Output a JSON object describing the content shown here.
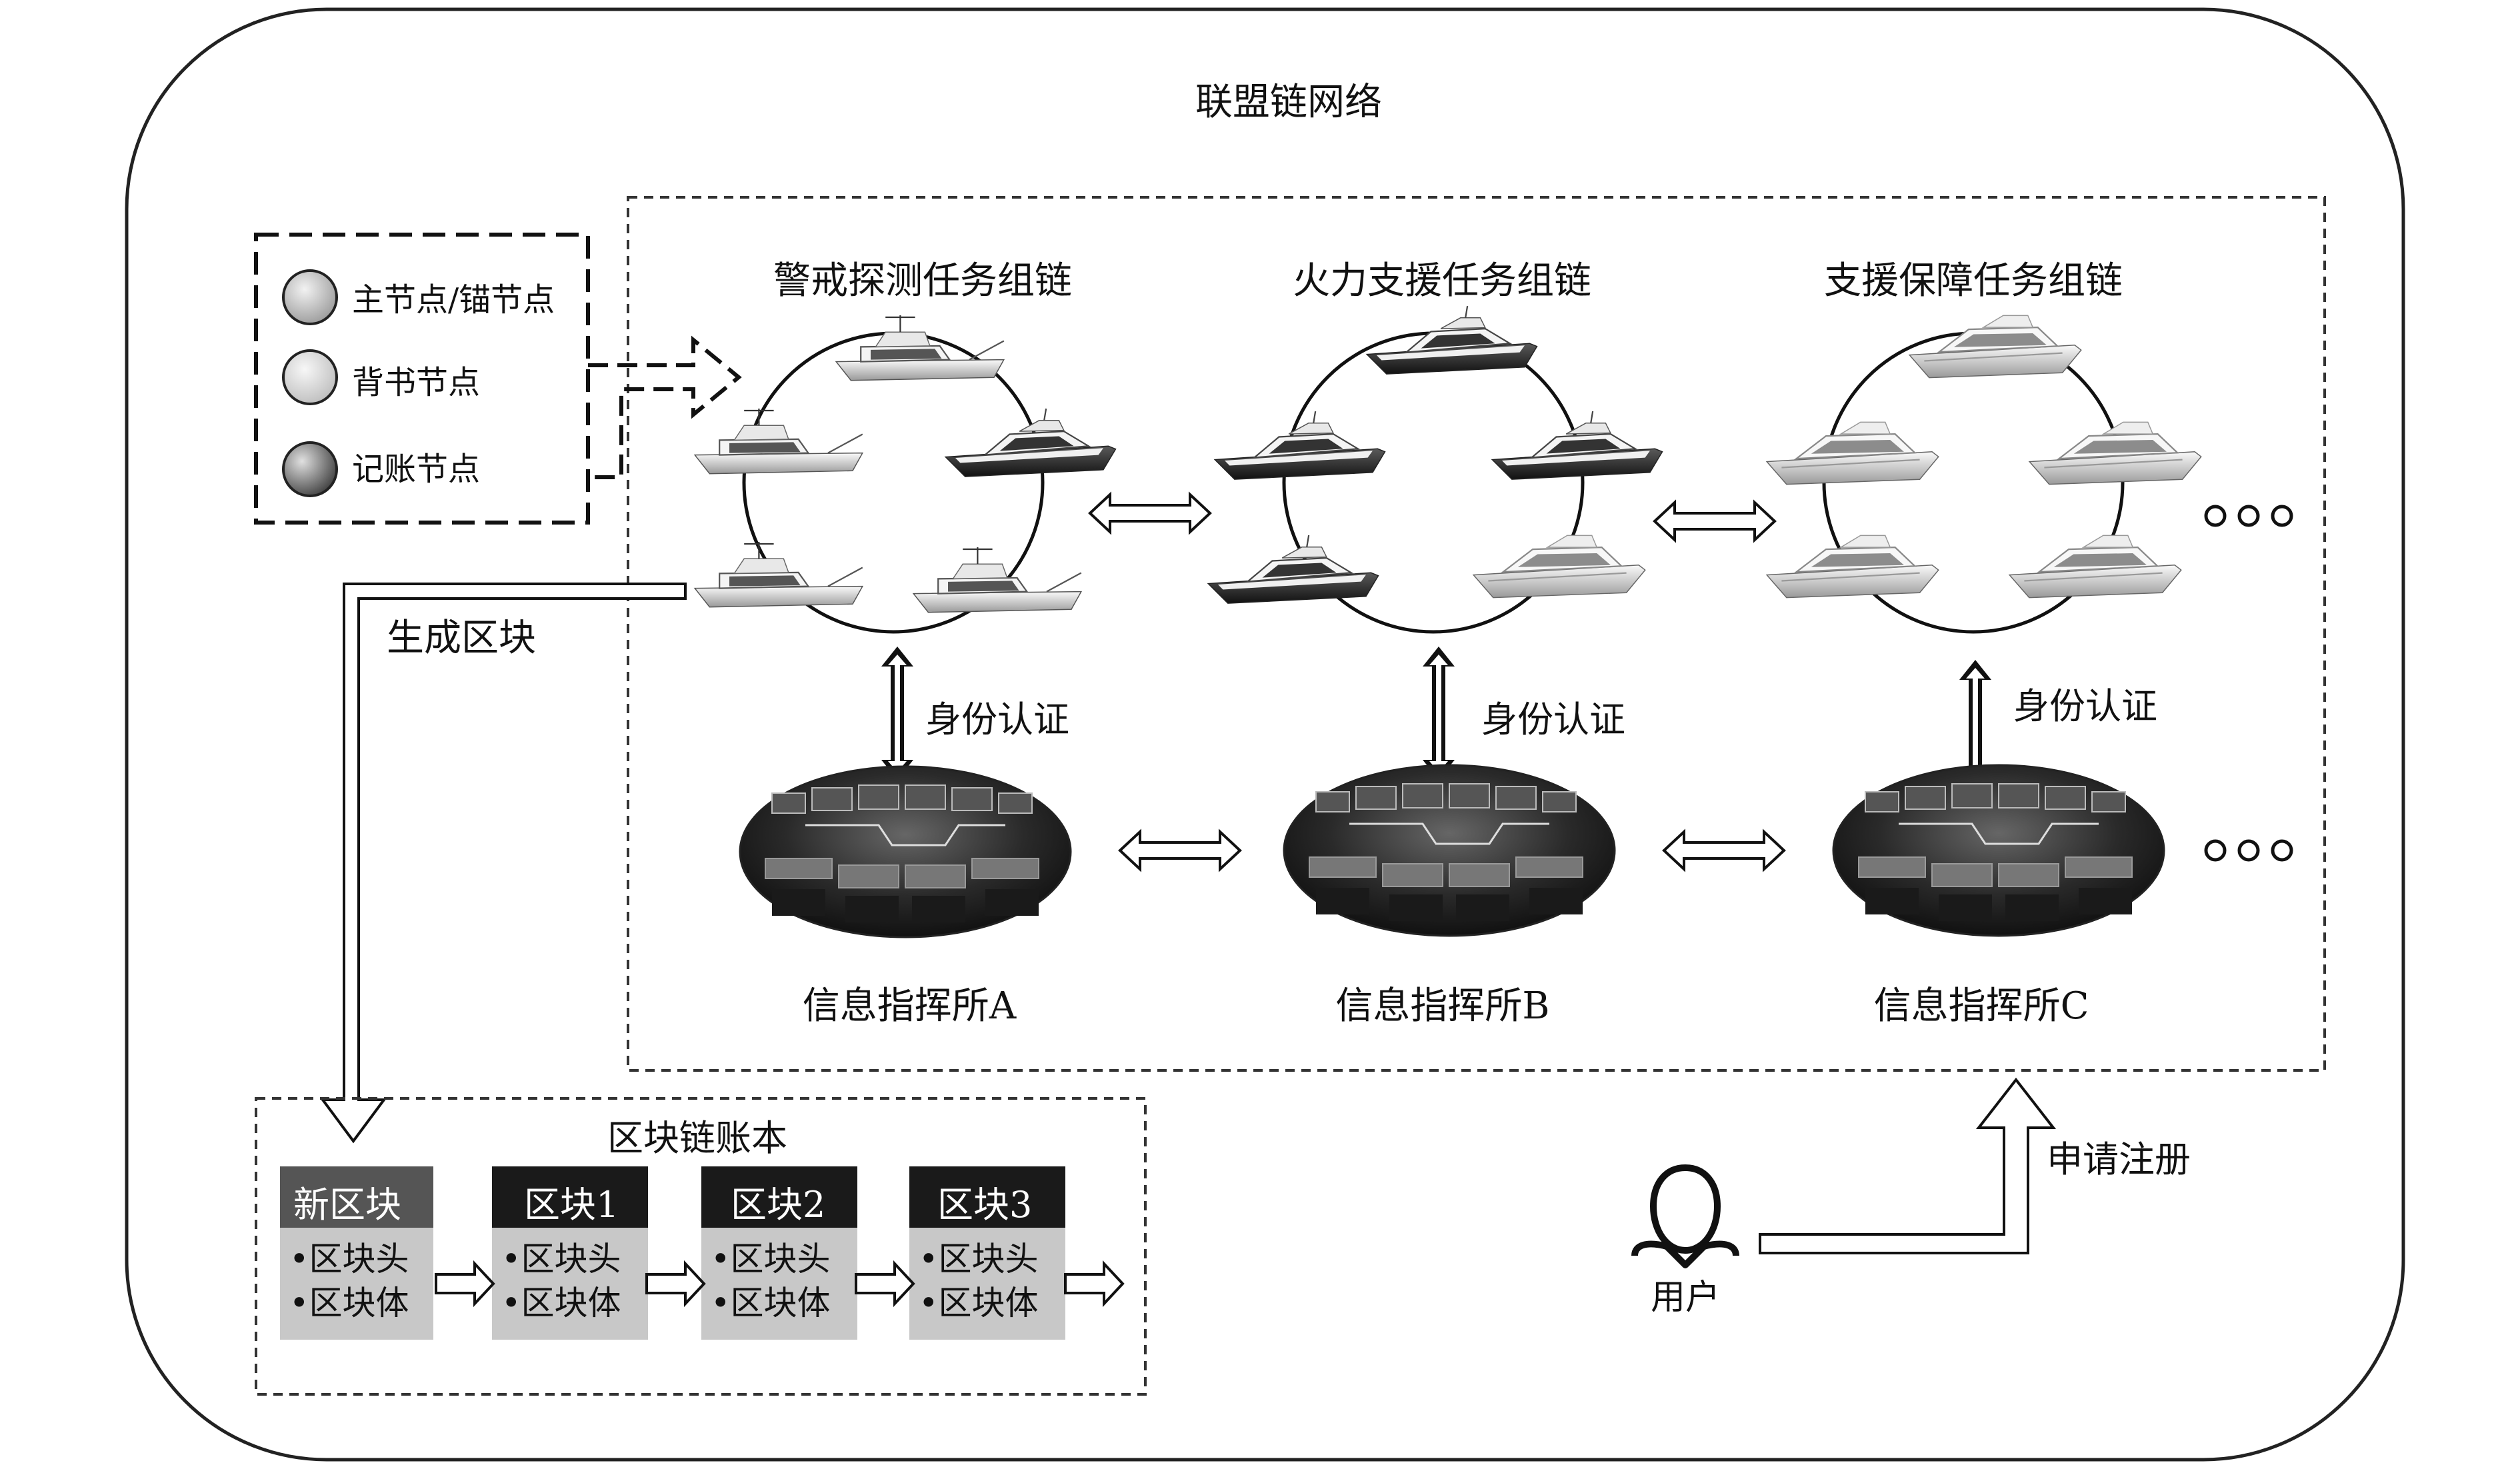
{
  "network_title": "联盟链网络",
  "legend": {
    "items": [
      {
        "label": "主节点/锚节点"
      },
      {
        "label": "背书节点"
      },
      {
        "label": "记账节点"
      }
    ]
  },
  "task_chains": [
    {
      "label": "警戒探测任务组链"
    },
    {
      "label": "火力支援任务组链"
    },
    {
      "label": "支援保障任务组链"
    }
  ],
  "auth_label": "身份认证",
  "command_posts": [
    {
      "label": "信息指挥所A"
    },
    {
      "label": "信息指挥所B"
    },
    {
      "label": "信息指挥所C"
    }
  ],
  "generate_block_label": "生成区块",
  "ledger": {
    "title": "区块链账本",
    "blocks": [
      {
        "title": "新区块",
        "items": [
          "•区块头",
          "•区块体"
        ]
      },
      {
        "title": "区块1",
        "items": [
          "•区块头",
          "•区块体"
        ]
      },
      {
        "title": "区块2",
        "items": [
          "•区块头",
          "•区块体"
        ]
      },
      {
        "title": "区块3",
        "items": [
          "•区块头",
          "•区块体"
        ]
      }
    ]
  },
  "user_label": "用户",
  "register_label": "申请注册"
}
